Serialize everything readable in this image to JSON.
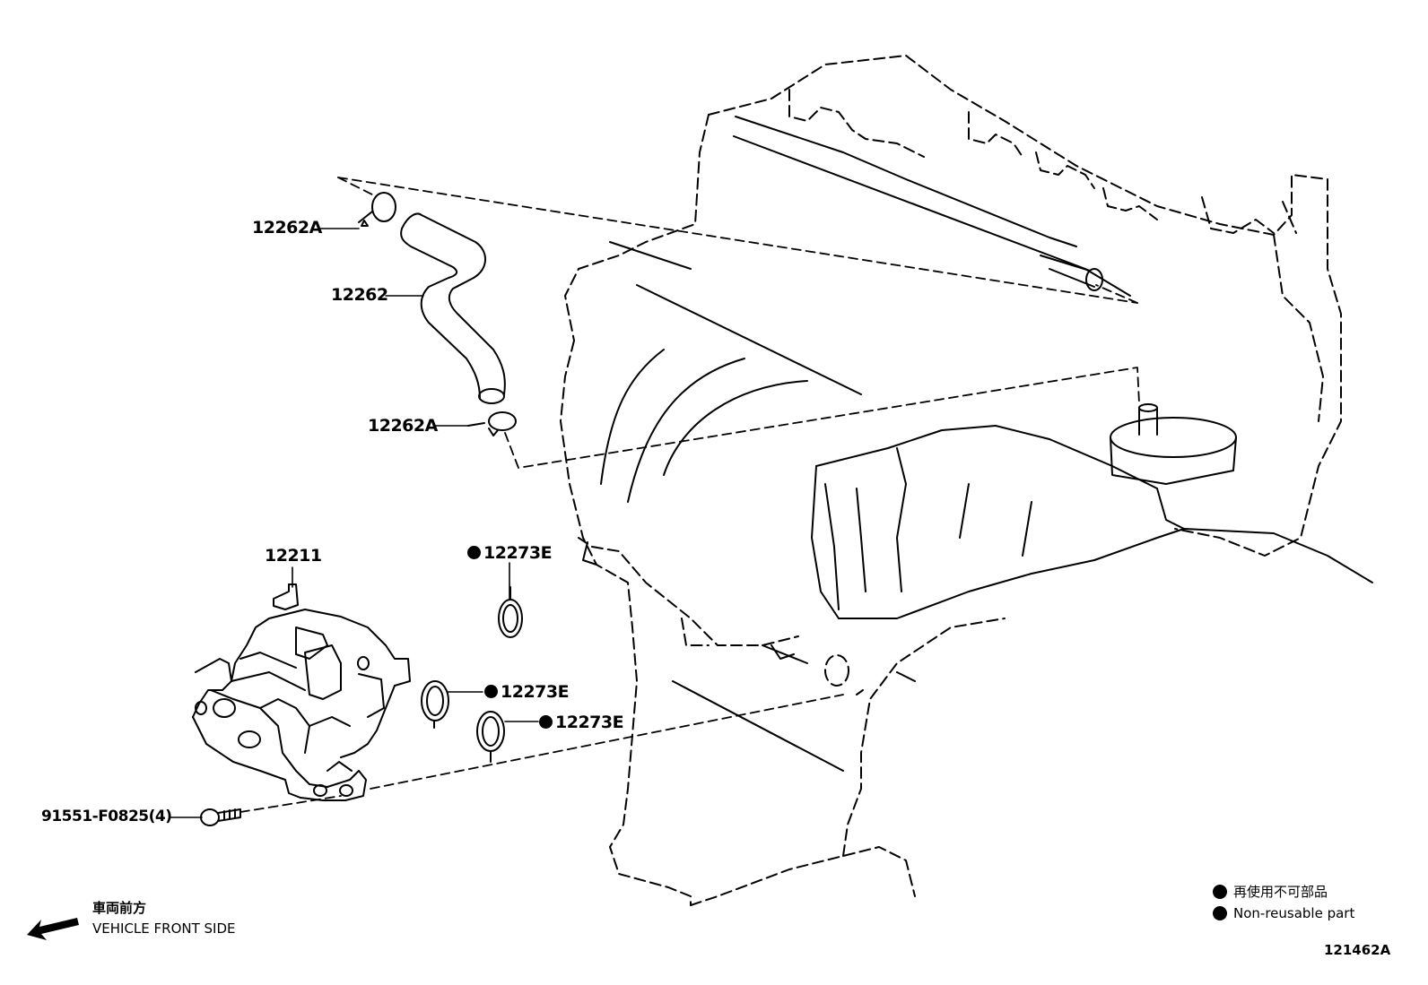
{
  "parts": {
    "clip_top": "12262A",
    "hose": "12262",
    "clip_bottom": "12262A",
    "separator": "12211",
    "gasket_top": "12273E",
    "gasket_mid": "12273E",
    "gasket_low": "12273E",
    "bolt": "91551-F0825(4)"
  },
  "orientation": {
    "jp": "車両前方",
    "en": "VEHICLE FRONT SIDE"
  },
  "legend": {
    "jp": "再使用不可部品",
    "en": "Non-reusable part",
    "marker_color": "#000000"
  },
  "figure_number": "121462A",
  "icons": {
    "non_reusable_marker": "filled-circle-icon",
    "direction_arrow": "front-arrow-icon"
  }
}
